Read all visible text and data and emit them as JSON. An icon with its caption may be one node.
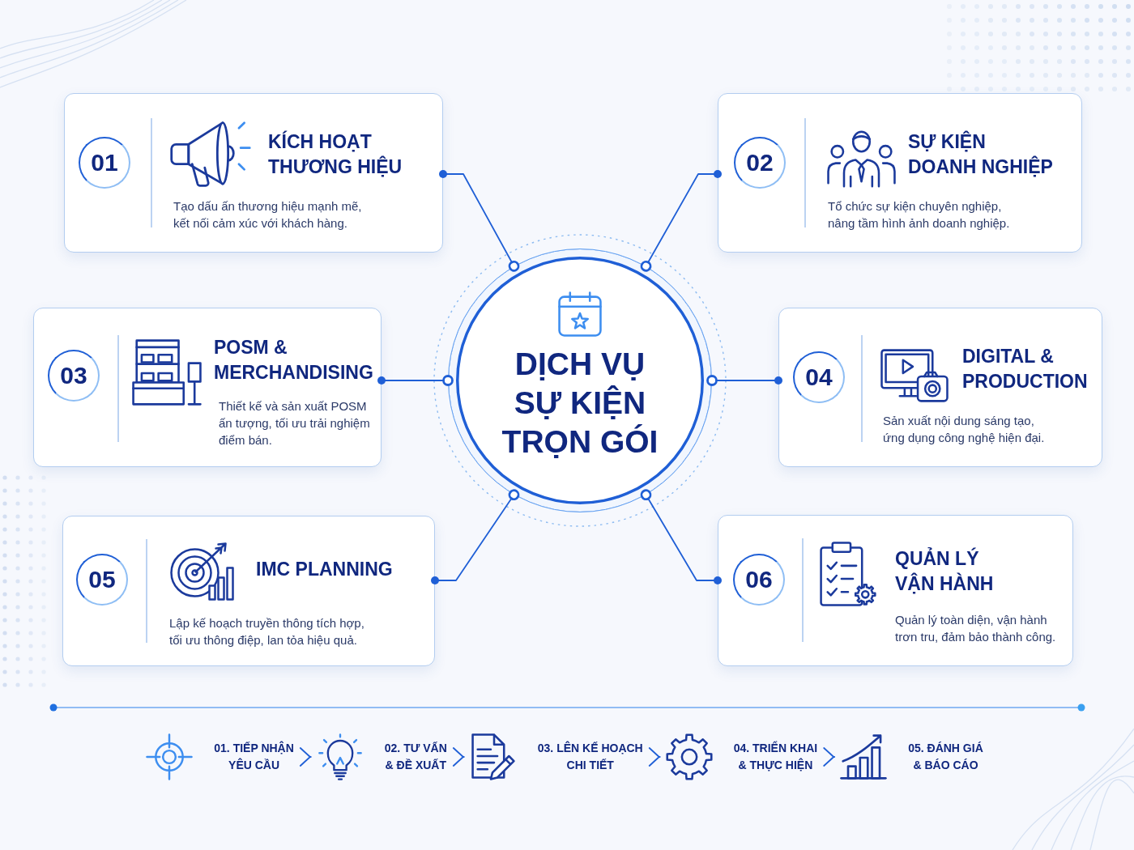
{
  "diagram": {
    "nodes": [
      {
        "text": [
          "DỊCH VỤ SỰ KIỆN TRỌN GÓI"
        ]
      },
      {
        "text": [
          "KÍCH HOẠT THƯƠNG HIỆU",
          "Tạo dấu ấn thương hiệu mạnh mẽ, kết nối cảm xúc với khách hàng."
        ]
      },
      {
        "text": [
          "01"
        ],
        "in": 1
      },
      {
        "text": [
          "SỰ KIỆN DOANH NGHIỆP",
          "Tổ chức sự kiện chuyên nghiệp, nâng tầm hình ảnh doanh nghiệp."
        ]
      },
      {
        "text": [
          "02"
        ],
        "in": 3
      },
      {
        "text": [
          "POSM & MERCHANDISING",
          "Thiết kế và sản xuất POSM ấn tượng, tối ưu trải nghiệm điểm bán."
        ]
      },
      {
        "text": [
          "03"
        ],
        "in": 5
      },
      {
        "text": [
          "DIGITAL & PRODUCTION",
          "Sản xuất nội dung sáng tạo, ứng dụng công nghệ hiện đại."
        ]
      },
      {
        "text": [
          "04"
        ],
        "in": 7
      },
      {
        "text": [
          "IMC PLANNING",
          "Lập kế hoạch truyền thông tích hợp, tối ưu thông điệp, lan tỏa hiệu quả."
        ]
      },
      {
        "text": [
          "05"
        ],
        "in": 9
      },
      {
        "text": [
          "QUẢN LÝ VẬN HÀNH",
          "Quản lý toàn diện, vận hành trơn tru, đảm bảo thành công."
        ]
      },
      {
        "text": [
          "06"
        ],
        "in": 11
      },
      {
        "text": [
          "01. TIẾP NHẬN YÊU CẦU"
        ]
      },
      {
        "text": [
          "02. TƯ VẤN & ĐỀ XUẤT"
        ]
      },
      {
        "text": [
          "03. LÊN KẾ HOẠCH CHI TIẾT"
        ]
      },
      {
        "text": [
          "04. TRIỂN KHAI & THỰC HIỆN"
        ]
      },
      {
        "text": [
          "05. ĐÁNH GIÁ & BÁO CÁO"
        ]
      }
    ],
    "edges": [
      {
        "from": 0,
        "to": 1,
        "arrow": "other"
      },
      {
        "from": 0,
        "to": 3,
        "arrow": "other"
      },
      {
        "from": 0,
        "to": 5,
        "arrow": "other"
      },
      {
        "from": 0,
        "to": 7,
        "arrow": "other"
      },
      {
        "from": 0,
        "to": 9,
        "arrow": "other"
      },
      {
        "from": 0,
        "to": 11,
        "arrow": "other"
      },
      {
        "from": 13,
        "to": 14,
        "arrow": "to"
      },
      {
        "from": 14,
        "to": 15,
        "arrow": "to"
      },
      {
        "from": 15,
        "to": 16,
        "arrow": "to"
      },
      {
        "from": 16,
        "to": 17,
        "arrow": "to"
      }
    ]
  }
}
